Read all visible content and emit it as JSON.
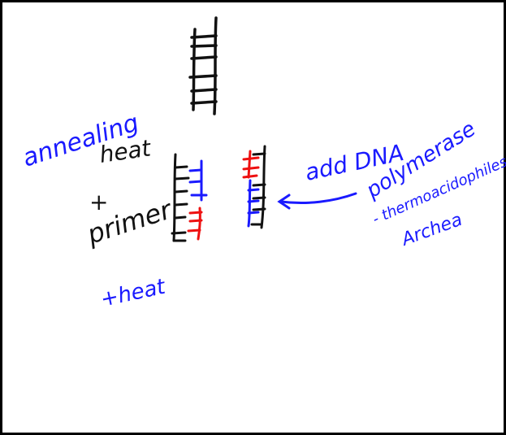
{
  "colors": {
    "ink_black": "#111111",
    "ink_blue": "#1a1aff",
    "ink_red": "#ee1111",
    "border": "#000000",
    "background": "#ffffff"
  },
  "annotations": {
    "annealing": "annealing",
    "heat_top": "heat",
    "plus_primer_plus": "+",
    "primer": "primer",
    "plus_heat": "+heat",
    "add_dna": "add DNA",
    "polymerase": "polymerase",
    "thermoacidophiles": "- thermoacidophiles",
    "archea": "Archea"
  }
}
